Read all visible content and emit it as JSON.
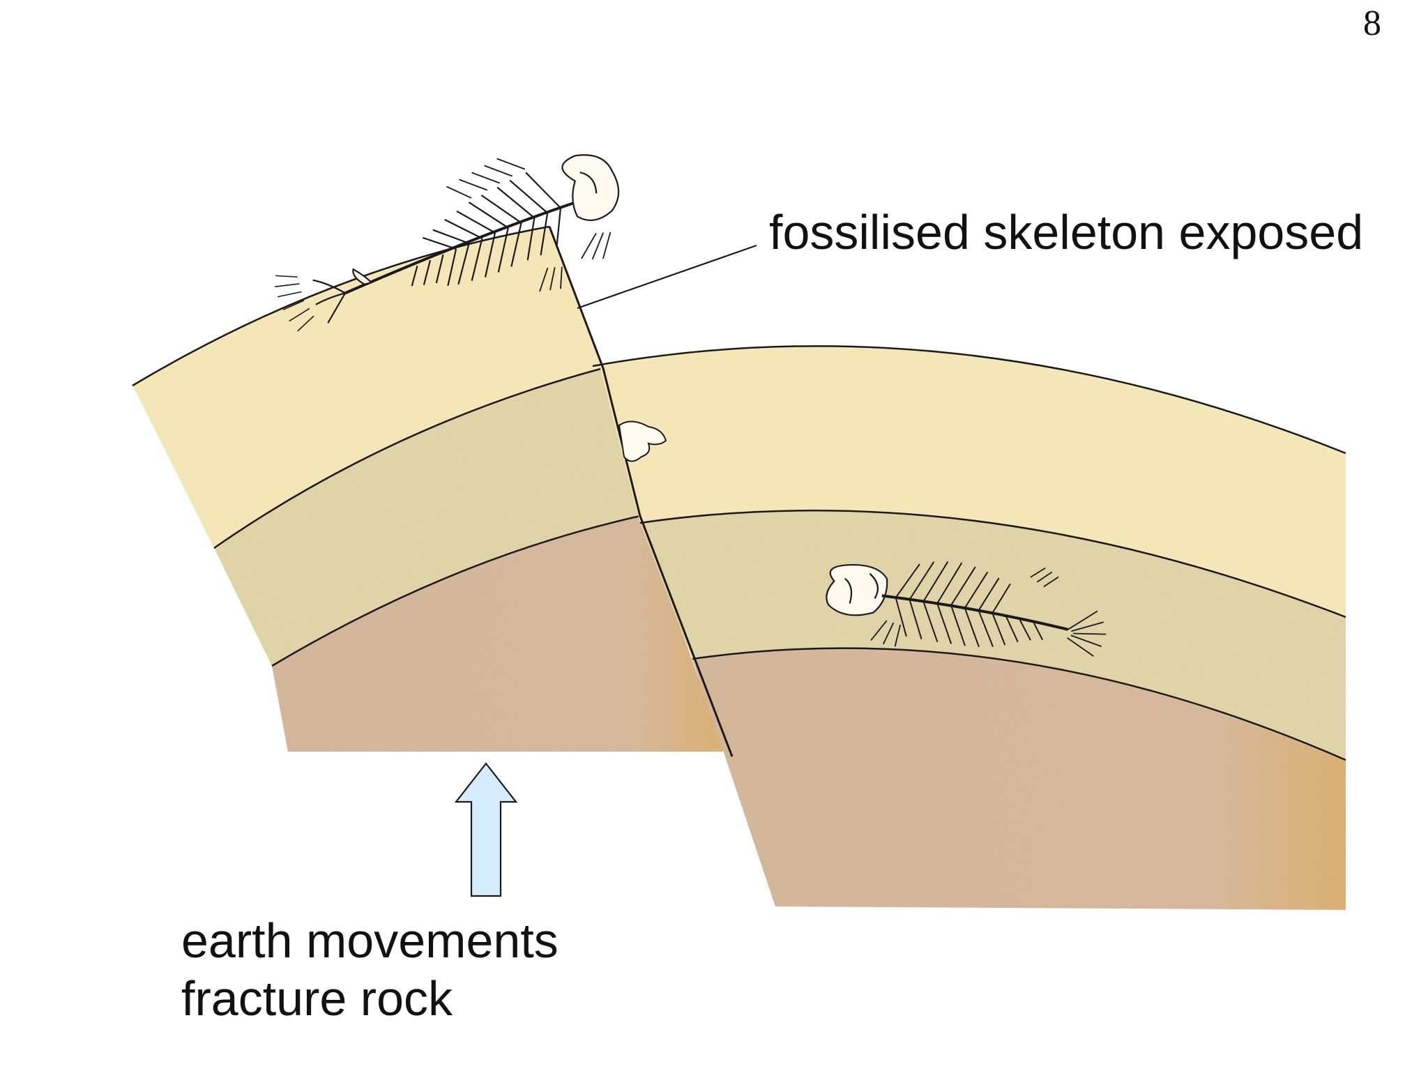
{
  "page_number": "8",
  "labels": {
    "fossil_exposed": "fossilised skeleton exposed",
    "earth_movements_line1": "earth movements",
    "earth_movements_line2": "fracture rock"
  },
  "colors": {
    "top_layer": "#f5e6b8",
    "middle_layer": "#e3d5a6",
    "bottom_layer": "#d8b99a",
    "arrow_fill": "#d4ecfb",
    "outline": "#1a1a1a",
    "background": "#ffffff"
  },
  "icons": {
    "arrow": "up-arrow-icon",
    "fossil": "fish-skeleton-icon"
  }
}
